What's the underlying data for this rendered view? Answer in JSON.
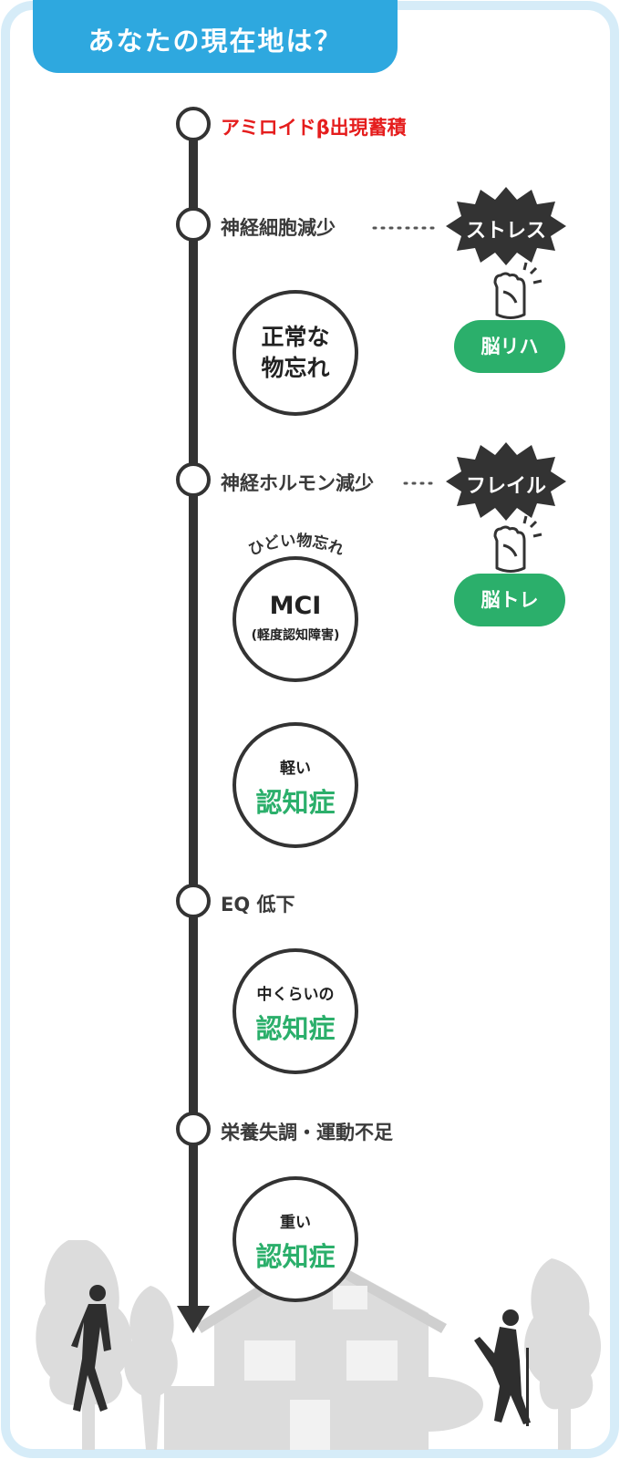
{
  "header": {
    "title": "あなたの現在地は？"
  },
  "timeline": {
    "amyloid": "アミロイドβ出現蓄積",
    "neuron": "神経細胞減少",
    "hormone": "神経ホルモン減少",
    "eq": "EQ 低下",
    "nutrition": "栄養失調・運動不足"
  },
  "stages": {
    "normal": {
      "line1": "正常な",
      "line2": "物忘れ"
    },
    "mci": {
      "arc": "ひどい物忘れ",
      "main": "MCI",
      "sub": "(軽度認知障害)"
    },
    "mild": {
      "top": "軽い",
      "main": "認知症"
    },
    "moderate": {
      "top": "中くらいの",
      "main": "認知症"
    },
    "severe": {
      "top": "重い",
      "main": "認知症"
    }
  },
  "factors": {
    "stress": "ストレス",
    "frailty": "フレイル"
  },
  "actions": {
    "rehab": "脳リハ",
    "training": "脳トレ"
  },
  "colors": {
    "accent_blue": "#2ea8df",
    "green": "#2baf6b",
    "red": "#e51d1d",
    "dark": "#333333"
  }
}
